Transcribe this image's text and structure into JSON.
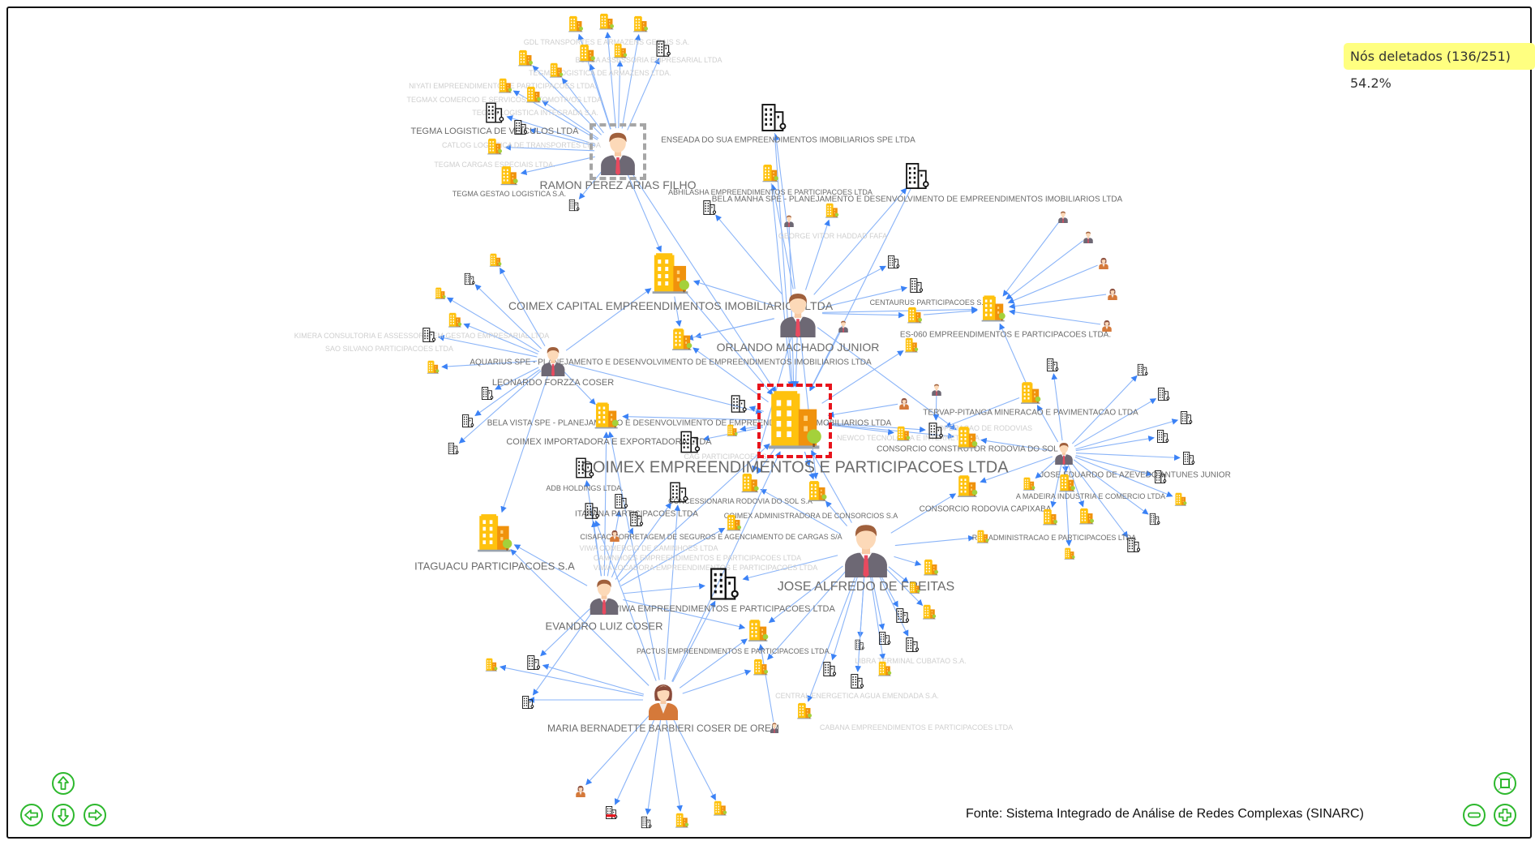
{
  "status_badge": "Nós deletados (136/251) 54.2%",
  "source_text": "Fonte: Sistema Integrado de Análise de Redes Complexas (SINARC)",
  "selected_node": "n0",
  "highlighted_node": "p1",
  "colors": {
    "edge": "#8ab4f8",
    "arrow": "#3b82f6",
    "selection": "#e8141c",
    "controls": "#2db82d",
    "badge_bg": "#ffff80"
  },
  "controls": {
    "pan_up": "arrow-up-icon",
    "pan_left": "arrow-left-icon",
    "pan_down": "arrow-down-icon",
    "pan_right": "arrow-right-icon",
    "fit": "fit-screen-icon",
    "zoom_out": "minus-icon",
    "zoom_in": "plus-icon"
  },
  "nodes": [
    {
      "id": "n0",
      "kind": "company",
      "label": "COIMEX EMPREENDIMENTOS E PARTICIPACOES LTDA"
    },
    {
      "id": "p1",
      "kind": "person",
      "label": "RAMON PEREZ ARIAS FILHO"
    },
    {
      "id": "p2",
      "kind": "person",
      "label": "ORLANDO MACHADO JUNIOR"
    },
    {
      "id": "c3",
      "kind": "company",
      "label": "COIMEX CAPITAL EMPREENDIMENTOS IMOBILIARIOS LTDA"
    },
    {
      "id": "p4",
      "kind": "person",
      "label": "LEONARDO FORZZA COSER"
    },
    {
      "id": "p5",
      "kind": "person",
      "label": "JOSE ALFREDO DE FREITAS"
    },
    {
      "id": "p6",
      "kind": "person",
      "label": "EVANDRO LUIZ COSER"
    },
    {
      "id": "p7",
      "kind": "person-female",
      "label": "MARIA BERNADETTE BARBIERI COSER DE OREM"
    },
    {
      "id": "c8",
      "kind": "company",
      "label": "ITAGUACU PARTICIPACOES S.A"
    },
    {
      "id": "i9",
      "kind": "company-inactive",
      "label": "VIWA EMPREENDIMENTOS E PARTICIPACOES LTDA"
    },
    {
      "id": "i10",
      "kind": "company-inactive",
      "label": "ENSEADA DO SUA EMPREENDIMENTOS IMOBILIARIOS SPE LTDA"
    },
    {
      "id": "i11",
      "kind": "company-inactive",
      "label": "BELA MANHA SPE - PLANEJAMENTO E DESENVOLVIMENTO DE EMPREENDIMENTOS IMOBILIARIOS LTDA"
    },
    {
      "id": "c12",
      "kind": "company",
      "label": "ES-060 EMPREENDIMENTOS E PARTICIPACOES LTDA."
    },
    {
      "id": "p13",
      "kind": "person",
      "label": "JOSE EDUARDO DE AZEVEDO ANTUNES JUNIOR"
    },
    {
      "id": "c14",
      "kind": "company",
      "label": "CONSORCIO CONSTRUTOR RODOVIA DO SOL"
    },
    {
      "id": "c15",
      "kind": "company",
      "label": "CONSORCIO RODOVIA CAPIXABA"
    },
    {
      "id": "c16",
      "kind": "company",
      "label": "TERVAP-PITANGA MINERACAO E PAVIMENTACAO LTDA"
    },
    {
      "id": "c17",
      "kind": "company",
      "label": "BELA VISTA SPE - PLANEJAMENTO E DESENVOLVIMENTO DE EMPREENDIMENTOS IMOBILIARIOS LTDA"
    },
    {
      "id": "i17",
      "kind": "company-inactive",
      "label": "COIMEX IMPORTADORA E EXPORTADORA LTDA"
    },
    {
      "id": "c18",
      "kind": "company",
      "label": "AQUARIUS SPE - PLANEJAMENTO E DESENVOLVIMENTO DE EMPREENDIMENTOS IMOBILIARIOS LTDA"
    },
    {
      "id": "i19",
      "kind": "company-inactive",
      "label": "ADB HOLDINGS LTDA."
    },
    {
      "id": "i20",
      "kind": "company-inactive",
      "label": "ITARANA PARTICIPACOES LTDA"
    },
    {
      "id": "c21",
      "kind": "company",
      "label": "COIMEX ADMINISTRADORA DE CONSORCIOS S.A"
    },
    {
      "id": "c22",
      "kind": "company",
      "label": "CONCESSIONARIA RODOVIA DO SOL S.A"
    },
    {
      "id": "c23",
      "kind": "company",
      "label": "PACTUS EMPREENDIMENTOS E PARTICIPACOES LTDA."
    },
    {
      "id": "c24",
      "kind": "company",
      "label": "ABHILASHA EMPREENDIMENTOS E PARTICIPACOES LTDA"
    },
    {
      "id": "c25",
      "kind": "company",
      "label": "CENTAURUS PARTICIPACOES S.A."
    },
    {
      "id": "c26",
      "kind": "company",
      "label": "A MADEIRA INDUSTRIA E COMERCIO LTDA"
    },
    {
      "id": "i27",
      "kind": "company-inactive",
      "label": "TEGMA LOGISTICA DE VEICULOS LTDA"
    },
    {
      "id": "c28",
      "kind": "company",
      "label": "TEGMA GESTAO LOGISTICA S.A."
    },
    {
      "id": "c29",
      "kind": "company",
      "label": "RSA ADMINISTRACAO E PARTICIPACOES LTDA"
    },
    {
      "id": "c30",
      "kind": "company",
      "label": "CISAFAC CORRETAGEM DE SEGUROS E AGENCIAMENTO DE CARGAS S/A"
    },
    {
      "id": "r1",
      "kind": "company",
      "label": ""
    },
    {
      "id": "r2",
      "kind": "company",
      "label": ""
    },
    {
      "id": "r3",
      "kind": "company",
      "label": ""
    },
    {
      "id": "r4",
      "kind": "company",
      "label": ""
    },
    {
      "id": "r5",
      "kind": "company",
      "label": ""
    },
    {
      "id": "r6",
      "kind": "company-inactive",
      "label": ""
    },
    {
      "id": "r7",
      "kind": "company",
      "label": ""
    },
    {
      "id": "r8",
      "kind": "company",
      "label": ""
    },
    {
      "id": "r9",
      "kind": "company",
      "label": ""
    },
    {
      "id": "r10",
      "kind": "company",
      "label": ""
    },
    {
      "id": "r11",
      "kind": "company-inactive",
      "label": ""
    },
    {
      "id": "r12",
      "kind": "company",
      "label": ""
    },
    {
      "id": "r13",
      "kind": "company-inactive",
      "label": ""
    },
    {
      "id": "l1",
      "kind": "company",
      "label": ""
    },
    {
      "id": "l2",
      "kind": "company-inactive",
      "label": ""
    },
    {
      "id": "l3",
      "kind": "company",
      "label": ""
    },
    {
      "id": "l4",
      "kind": "company",
      "label": ""
    },
    {
      "id": "l5",
      "kind": "company-inactive",
      "label": ""
    },
    {
      "id": "l6",
      "kind": "company",
      "label": ""
    },
    {
      "id": "l7",
      "kind": "company-inactive",
      "label": ""
    },
    {
      "id": "l8",
      "kind": "company-inactive",
      "label": ""
    },
    {
      "id": "l9",
      "kind": "company-inactive",
      "label": ""
    },
    {
      "id": "s1",
      "kind": "person",
      "label": ""
    },
    {
      "id": "s2",
      "kind": "person",
      "label": ""
    },
    {
      "id": "s3",
      "kind": "person-female",
      "label": ""
    },
    {
      "id": "s4",
      "kind": "person-female",
      "label": ""
    },
    {
      "id": "s5",
      "kind": "person-female",
      "label": ""
    },
    {
      "id": "s6",
      "kind": "person",
      "label": ""
    },
    {
      "id": "s7",
      "kind": "person",
      "label": ""
    },
    {
      "id": "s8",
      "kind": "person",
      "label": ""
    },
    {
      "id": "s9",
      "kind": "person-female",
      "label": ""
    },
    {
      "id": "x1",
      "kind": "company-inactive",
      "label": ""
    },
    {
      "id": "x2",
      "kind": "company-inactive",
      "label": ""
    },
    {
      "id": "x3",
      "kind": "company-inactive",
      "label": ""
    },
    {
      "id": "x4",
      "kind": "company-inactive",
      "label": ""
    },
    {
      "id": "x5",
      "kind": "company",
      "label": ""
    },
    {
      "id": "x6",
      "kind": "company-inactive",
      "label": ""
    },
    {
      "id": "x7",
      "kind": "company",
      "label": ""
    },
    {
      "id": "x8",
      "kind": "company",
      "label": ""
    },
    {
      "id": "x9",
      "kind": "company",
      "label": ""
    },
    {
      "id": "x10",
      "kind": "company",
      "label": ""
    },
    {
      "id": "x11",
      "kind": "company",
      "label": ""
    },
    {
      "id": "q1",
      "kind": "company-inactive",
      "label": ""
    },
    {
      "id": "q2",
      "kind": "company-inactive",
      "label": ""
    },
    {
      "id": "q3",
      "kind": "company-inactive",
      "label": ""
    },
    {
      "id": "q4",
      "kind": "company-inactive",
      "label": ""
    },
    {
      "id": "q5",
      "kind": "company-inactive",
      "label": ""
    },
    {
      "id": "q6",
      "kind": "company-inactive",
      "label": ""
    },
    {
      "id": "q7",
      "kind": "company-inactive",
      "label": ""
    },
    {
      "id": "q8",
      "kind": "company",
      "label": ""
    },
    {
      "id": "q9",
      "kind": "company-inactive",
      "label": ""
    },
    {
      "id": "q10",
      "kind": "company-inactive",
      "label": ""
    },
    {
      "id": "q11",
      "kind": "company",
      "label": ""
    },
    {
      "id": "q12",
      "kind": "company",
      "label": ""
    },
    {
      "id": "q13",
      "kind": "company",
      "label": ""
    },
    {
      "id": "q14",
      "kind": "company",
      "label": ""
    },
    {
      "id": "j1",
      "kind": "company",
      "label": ""
    },
    {
      "id": "j2",
      "kind": "company",
      "label": ""
    },
    {
      "id": "j3",
      "kind": "company",
      "label": ""
    },
    {
      "id": "j4",
      "kind": "company-inactive",
      "label": ""
    },
    {
      "id": "j5",
      "kind": "company-inactive",
      "label": ""
    },
    {
      "id": "j6",
      "kind": "company-inactive",
      "label": ""
    },
    {
      "id": "j7",
      "kind": "company-inactive",
      "label": ""
    },
    {
      "id": "j8",
      "kind": "company-inactive",
      "label": ""
    },
    {
      "id": "j9",
      "kind": "company-inactive",
      "label": ""
    },
    {
      "id": "j10",
      "kind": "company",
      "label": ""
    },
    {
      "id": "j11",
      "kind": "company",
      "label": ""
    },
    {
      "id": "j12",
      "kind": "company",
      "label": ""
    },
    {
      "id": "j13",
      "kind": "person",
      "label": ""
    },
    {
      "id": "e1",
      "kind": "company-inactive",
      "label": ""
    },
    {
      "id": "e2",
      "kind": "company-inactive",
      "label": ""
    },
    {
      "id": "e3",
      "kind": "company",
      "label": ""
    },
    {
      "id": "e4",
      "kind": "company-inactive",
      "label": ""
    },
    {
      "id": "e5",
      "kind": "company-inactive",
      "label": ""
    },
    {
      "id": "e6",
      "kind": "company-inactive",
      "label": ""
    },
    {
      "id": "e7",
      "kind": "company-inactive",
      "label": ""
    },
    {
      "id": "e8",
      "kind": "person-female",
      "label": ""
    },
    {
      "id": "m1",
      "kind": "person-female",
      "label": ""
    },
    {
      "id": "m2",
      "kind": "company-inactive-red",
      "label": ""
    },
    {
      "id": "m3",
      "kind": "company-inactive",
      "label": ""
    },
    {
      "id": "m4",
      "kind": "company",
      "label": ""
    },
    {
      "id": "m5",
      "kind": "company",
      "label": ""
    }
  ],
  "background_labels": [
    "GDL TRANSPORTES E ARMAZENS GERAIS S.A.",
    "BURBA ASSESSORIA EMPRESARIAL LTDA",
    "TEGMA LOGISTICA DE ARMAZENS LTDA.",
    "NIYATI EMPREENDIMENTOS E PARTICIPACOES LTDA.",
    "TEGMAX COMERCIO E SERVICOS AUTOMOTIVOS LTDA.",
    "TEGMA LOGISTICA INTEGRADA S.A.",
    "CATLOG LOGISTICA DE TRANSPORTES LTDA",
    "TEGMA CARGAS ESPECIAIS LTDA.",
    "KIMERA CONSULTORIA E ASSESSORIA EM GESTAO EMPRESARIAL LTDA",
    "SAO SILVANO PARTICIPACOES LTDA",
    "GEORGE VITOR HADDAD FAFA",
    "OPERACAO DE RODOVIAS",
    "NEWCO TECNOLOGIA E INTERNET LTDA",
    "CAG PARTICIPACOES S.A.",
    "VIWA COMERCIO DE CAMINHOES LTDA",
    "CAMINHOES EMPREENDIMENTOS E PARTICIPACOES LTDA",
    "VIWA LOCADORA EMPREENDIMENTOS E PARTICIPACOES LTDA",
    "LIBRA TERMINAL CUBATAO S.A.",
    "CENTRAL ENERGETICA AGUA EMENDADA S.A.",
    "CABANA EMPREENDIMENTOS E PARTICIPACOES LTDA"
  ],
  "edges": [
    [
      "p1",
      "r1"
    ],
    [
      "p1",
      "r2"
    ],
    [
      "p1",
      "r3"
    ],
    [
      "p1",
      "r4"
    ],
    [
      "p1",
      "r5"
    ],
    [
      "p1",
      "r6"
    ],
    [
      "p1",
      "r7"
    ],
    [
      "p1",
      "r8"
    ],
    [
      "p1",
      "r9"
    ],
    [
      "p1",
      "r10"
    ],
    [
      "p1",
      "r11"
    ],
    [
      "p1",
      "r12"
    ],
    [
      "p1",
      "r13"
    ],
    [
      "p1",
      "i27"
    ],
    [
      "p1",
      "c28"
    ],
    [
      "p1",
      "n0"
    ],
    [
      "p1",
      "c3"
    ],
    [
      "p2",
      "n0"
    ],
    [
      "p2",
      "c3"
    ],
    [
      "p2",
      "i10"
    ],
    [
      "p2",
      "i11"
    ],
    [
      "p2",
      "c24"
    ],
    [
      "p2",
      "c12"
    ],
    [
      "p2",
      "c25"
    ],
    [
      "p2",
      "c18"
    ],
    [
      "p2",
      "c14"
    ],
    [
      "p2",
      "c21"
    ],
    [
      "p2",
      "c22"
    ],
    [
      "p2",
      "x1"
    ],
    [
      "p2",
      "x2"
    ],
    [
      "p2",
      "x3"
    ],
    [
      "p2",
      "x7"
    ],
    [
      "p4",
      "l1"
    ],
    [
      "p4",
      "l2"
    ],
    [
      "p4",
      "l3"
    ],
    [
      "p4",
      "l4"
    ],
    [
      "p4",
      "l5"
    ],
    [
      "p4",
      "l6"
    ],
    [
      "p4",
      "l7"
    ],
    [
      "p4",
      "l8"
    ],
    [
      "p4",
      "l9"
    ],
    [
      "p4",
      "c3"
    ],
    [
      "p4",
      "n0"
    ],
    [
      "p4",
      "c17"
    ],
    [
      "p4",
      "c8"
    ],
    [
      "p5",
      "n0"
    ],
    [
      "p5",
      "c21"
    ],
    [
      "p5",
      "c22"
    ],
    [
      "p5",
      "c29"
    ],
    [
      "p5",
      "c15"
    ],
    [
      "p5",
      "c23"
    ],
    [
      "p5",
      "i9"
    ],
    [
      "p5",
      "j1"
    ],
    [
      "p5",
      "j2"
    ],
    [
      "p5",
      "j3"
    ],
    [
      "p5",
      "j4"
    ],
    [
      "p5",
      "j5"
    ],
    [
      "p5",
      "j6"
    ],
    [
      "p5",
      "j7"
    ],
    [
      "p5",
      "j8"
    ],
    [
      "p5",
      "j9"
    ],
    [
      "p5",
      "j10"
    ],
    [
      "p5",
      "j11"
    ],
    [
      "p5",
      "j12"
    ],
    [
      "p6",
      "i9"
    ],
    [
      "p6",
      "c8"
    ],
    [
      "p6",
      "n0"
    ],
    [
      "p6",
      "c17"
    ],
    [
      "p6",
      "i19"
    ],
    [
      "p6",
      "i20"
    ],
    [
      "p6",
      "c23"
    ],
    [
      "p6",
      "e1"
    ],
    [
      "p6",
      "e2"
    ],
    [
      "p6",
      "e4"
    ],
    [
      "p6",
      "e5"
    ],
    [
      "p6",
      "e6"
    ],
    [
      "p6",
      "c30"
    ],
    [
      "p7",
      "i9"
    ],
    [
      "p7",
      "c23"
    ],
    [
      "p7",
      "n0"
    ],
    [
      "p7",
      "c8"
    ],
    [
      "p7",
      "c17"
    ],
    [
      "p7",
      "e1"
    ],
    [
      "p7",
      "e3"
    ],
    [
      "p7",
      "e4"
    ],
    [
      "p7",
      "e7"
    ],
    [
      "p7",
      "m1"
    ],
    [
      "p7",
      "m2"
    ],
    [
      "p7",
      "m3"
    ],
    [
      "p7",
      "m4"
    ],
    [
      "p7",
      "m5"
    ],
    [
      "p7",
      "j10"
    ],
    [
      "p7",
      "i20"
    ],
    [
      "p13",
      "c14"
    ],
    [
      "p13",
      "c15"
    ],
    [
      "p13",
      "c16"
    ],
    [
      "p13",
      "c26"
    ],
    [
      "p13",
      "q1"
    ],
    [
      "p13",
      "q2"
    ],
    [
      "p13",
      "q3"
    ],
    [
      "p13",
      "q4"
    ],
    [
      "p13",
      "q5"
    ],
    [
      "p13",
      "q6"
    ],
    [
      "p13",
      "q7"
    ],
    [
      "p13",
      "q8"
    ],
    [
      "p13",
      "q9"
    ],
    [
      "p13",
      "q10"
    ],
    [
      "p13",
      "q11"
    ],
    [
      "p13",
      "q12"
    ],
    [
      "p13",
      "q13"
    ],
    [
      "p13",
      "q14"
    ],
    [
      "s1",
      "c12"
    ],
    [
      "s2",
      "c12"
    ],
    [
      "s3",
      "c12"
    ],
    [
      "s4",
      "c12"
    ],
    [
      "s5",
      "c12"
    ],
    [
      "c25",
      "c12"
    ],
    [
      "c16",
      "c12"
    ],
    [
      "n0",
      "c14"
    ],
    [
      "n0",
      "c21"
    ],
    [
      "n0",
      "c22"
    ],
    [
      "n0",
      "c17"
    ],
    [
      "n0",
      "c18"
    ],
    [
      "n0",
      "i17"
    ],
    [
      "n0",
      "x4"
    ],
    [
      "n0",
      "x5"
    ],
    [
      "n0",
      "x6"
    ],
    [
      "s6",
      "n0"
    ],
    [
      "s7",
      "n0"
    ],
    [
      "s8",
      "x4"
    ],
    [
      "s9",
      "n0"
    ],
    [
      "c3",
      "n0"
    ],
    [
      "c3",
      "c18"
    ],
    [
      "i10",
      "n0"
    ],
    [
      "i11",
      "n0"
    ],
    [
      "c24",
      "n0"
    ],
    [
      "p2",
      "x8"
    ],
    [
      "n0",
      "x9"
    ],
    [
      "n0",
      "x10"
    ],
    [
      "n0",
      "x11"
    ],
    [
      "j13",
      "c23"
    ],
    [
      "c16",
      "x4"
    ]
  ]
}
